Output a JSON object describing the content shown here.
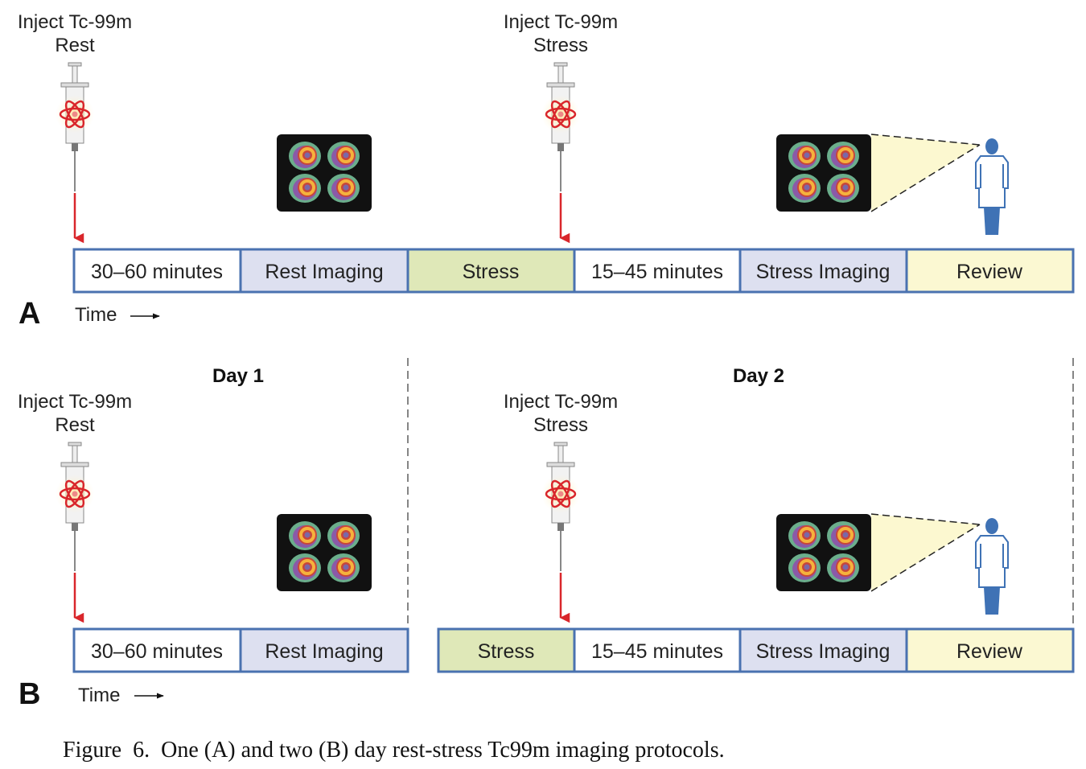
{
  "panel_a": {
    "letter": "A",
    "time_label": "Time",
    "inject_rest": [
      "Inject Tc-99m",
      "Rest"
    ],
    "inject_stress": [
      "Inject Tc-99m",
      "Stress"
    ],
    "timeline": [
      "30–60 minutes",
      "Rest Imaging",
      "Stress",
      "15–45 minutes",
      "Stress Imaging",
      "Review"
    ]
  },
  "panel_b": {
    "letter": "B",
    "time_label": "Time",
    "day1": "Day 1",
    "day2": "Day 2",
    "inject_rest": [
      "Inject Tc-99m",
      "Rest"
    ],
    "inject_stress": [
      "Inject Tc-99m",
      "Stress"
    ],
    "timeline_day1": [
      "30–60 minutes",
      "Rest Imaging"
    ],
    "timeline_day2": [
      "Stress",
      "15–45 minutes",
      "Stress Imaging",
      "Review"
    ]
  },
  "caption": "Figure  6.  One (A) and two (B) day rest-stress Tc99m imaging protocols.",
  "colors": {
    "border": "#4a72b0",
    "white": "#ffffff",
    "imaging": "#dde0f0",
    "stress": "#dfe8b8",
    "review": "#fbf8d2",
    "arrow": "#d9262b"
  }
}
